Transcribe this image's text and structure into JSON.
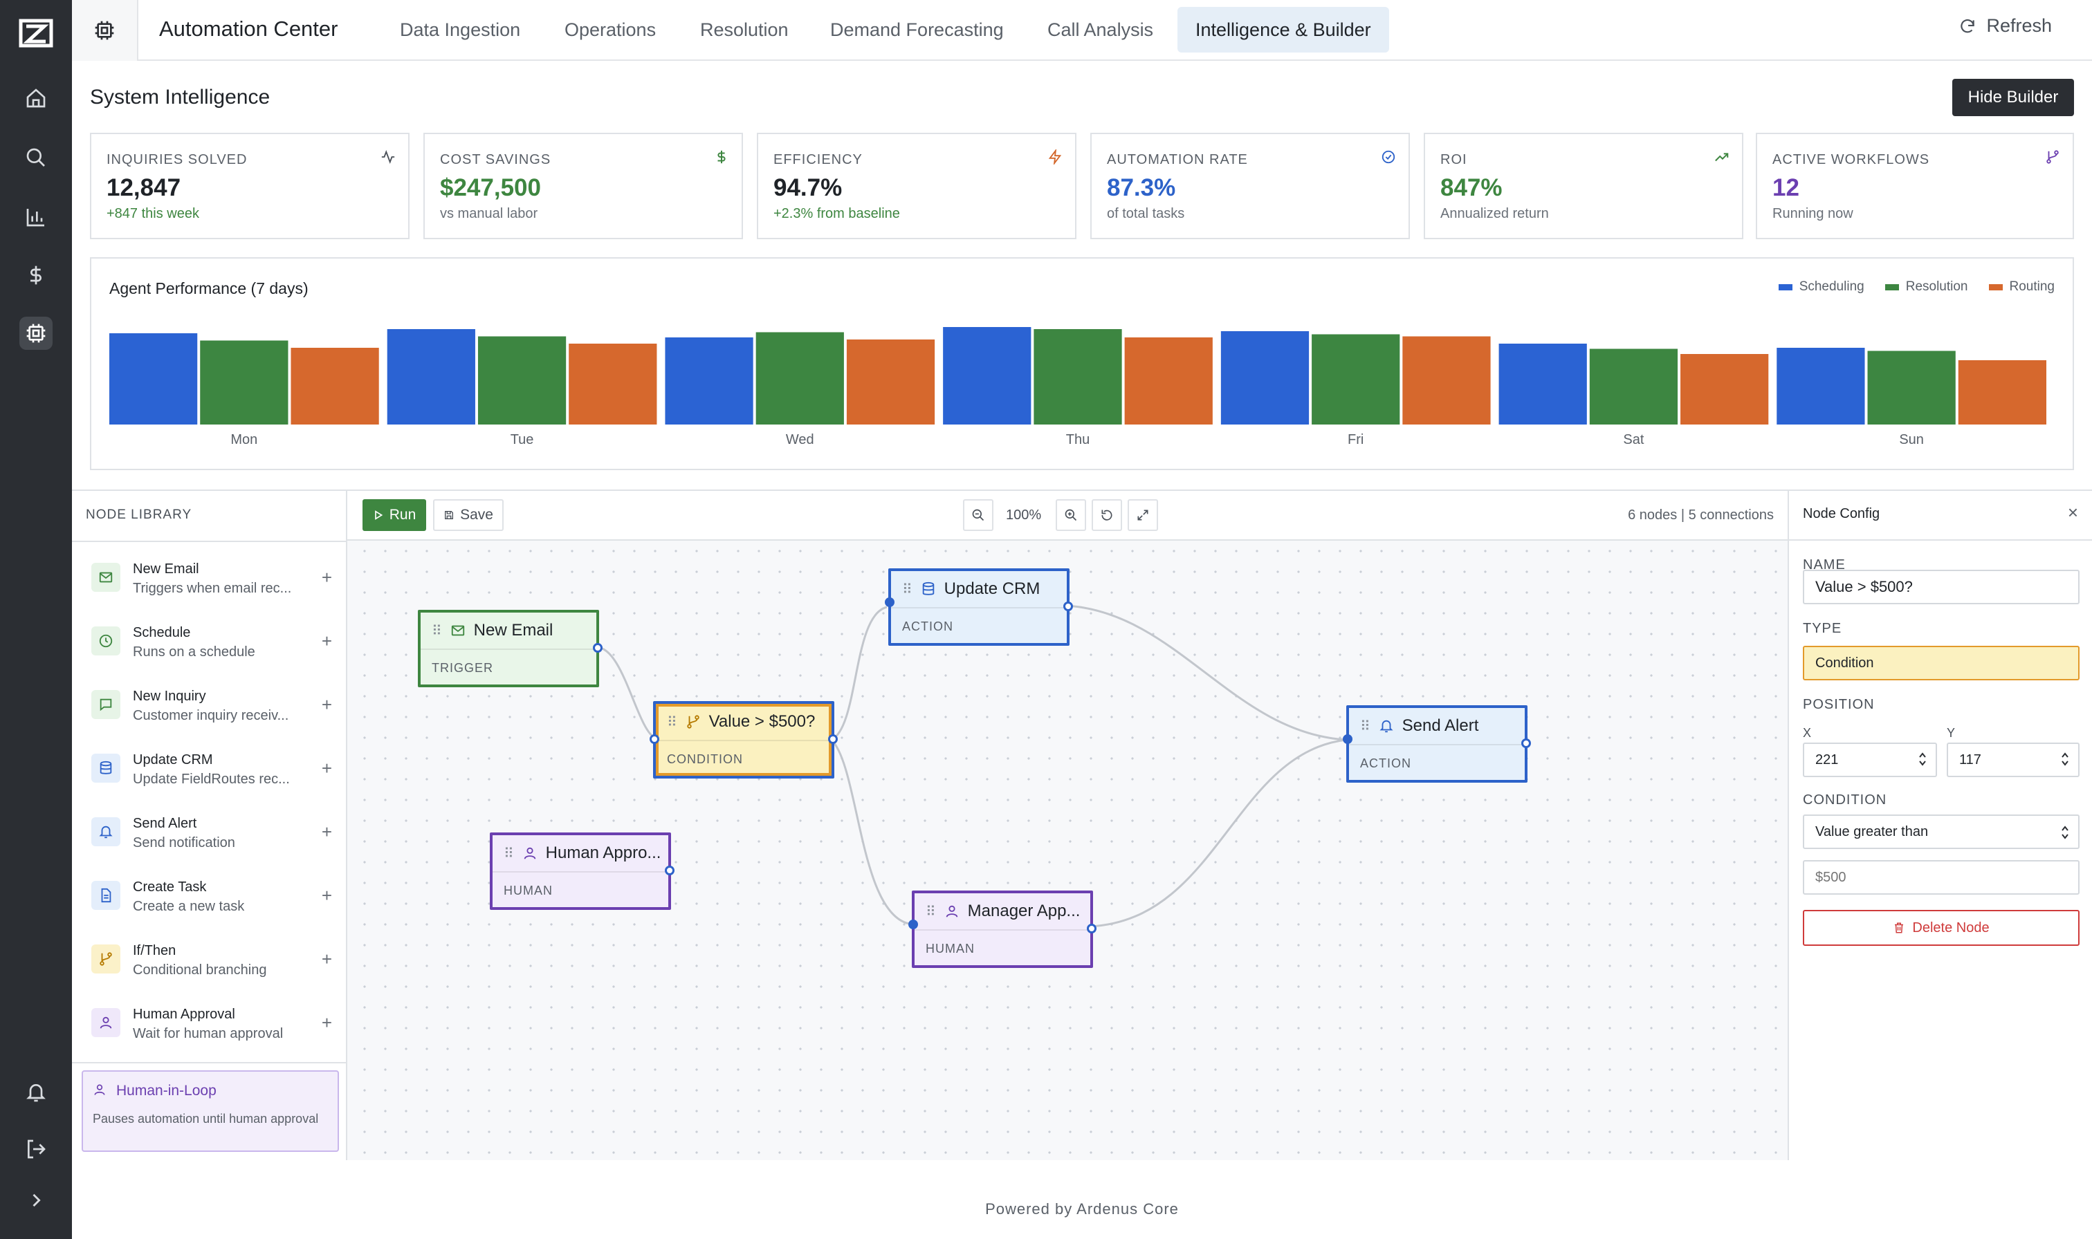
{
  "app": {
    "title": "Automation Center",
    "logo": "Z",
    "refresh_label": "Refresh"
  },
  "nav": {
    "tabs": [
      {
        "label": "Data Ingestion",
        "active": false
      },
      {
        "label": "Operations",
        "active": false
      },
      {
        "label": "Resolution",
        "active": false
      },
      {
        "label": "Demand Forecasting",
        "active": false
      },
      {
        "label": "Call Analysis",
        "active": false
      },
      {
        "label": "Intelligence & Builder",
        "active": true
      }
    ]
  },
  "rail": {
    "icons": [
      "home-icon",
      "search-icon",
      "bar-chart-icon",
      "dollar-icon",
      "cpu-icon",
      "bell-icon",
      "logout-icon",
      "chevron-right-icon"
    ],
    "active": "cpu-icon"
  },
  "section": {
    "title": "System Intelligence",
    "hide_builder_label": "Hide Builder"
  },
  "metrics": [
    {
      "label": "INQUIRIES SOLVED",
      "value": "12,847",
      "sub": "+847 this week",
      "icon": "activity-icon",
      "value_color": "#1f2328",
      "sub_color": "#3e8640",
      "icon_color": "#4a5058"
    },
    {
      "label": "COST SAVINGS",
      "value": "$247,500",
      "sub": "vs manual labor",
      "icon": "dollar-icon",
      "value_color": "#3e8640",
      "sub_color": "#6a7078",
      "icon_color": "#3e8640"
    },
    {
      "label": "EFFICIENCY",
      "value": "94.7%",
      "sub": "+2.3% from baseline",
      "icon": "zap-icon",
      "value_color": "#1f2328",
      "sub_color": "#3e8640",
      "icon_color": "#d3662a"
    },
    {
      "label": "AUTOMATION RATE",
      "value": "87.3%",
      "sub": "of total tasks",
      "icon": "check-circle-icon",
      "value_color": "#2d62c9",
      "sub_color": "#6a7078",
      "icon_color": "#2d62c9"
    },
    {
      "label": "ROI",
      "value": "847%",
      "sub": "Annualized return",
      "icon": "trending-up-icon",
      "value_color": "#3e8640",
      "sub_color": "#6a7078",
      "icon_color": "#3e8640"
    },
    {
      "label": "ACTIVE WORKFLOWS",
      "value": "12",
      "sub": "Running now",
      "icon": "git-branch-icon",
      "value_color": "#6b3fb0",
      "sub_color": "#6a7078",
      "icon_color": "#6b3fb0"
    }
  ],
  "chart_data": {
    "type": "bar",
    "title": "Agent Performance (7 days)",
    "categories": [
      "Mon",
      "Tue",
      "Wed",
      "Thu",
      "Fri",
      "Sat",
      "Sun"
    ],
    "series": [
      {
        "name": "Scheduling",
        "color": "#2b63d3",
        "values": [
          88,
          92,
          84,
          94,
          90,
          78,
          74
        ]
      },
      {
        "name": "Resolution",
        "color": "#3d8641",
        "values": [
          81,
          85,
          89,
          92,
          87,
          73,
          71
        ]
      },
      {
        "name": "Routing",
        "color": "#d6682d",
        "values": [
          74,
          78,
          82,
          84,
          85,
          68,
          62
        ]
      }
    ],
    "ylim": [
      0,
      100
    ],
    "legend": "top-right",
    "grid": false
  },
  "library": {
    "title": "NODE LIBRARY",
    "items": [
      {
        "name": "New Email",
        "desc": "Triggers when email rec...",
        "icon": "mail-icon",
        "color": "#3e8640",
        "bg": "#e7f4e7"
      },
      {
        "name": "Schedule",
        "desc": "Runs on a schedule",
        "icon": "clock-icon",
        "color": "#3e8640",
        "bg": "#e7f4e7"
      },
      {
        "name": "New Inquiry",
        "desc": "Customer inquiry receiv...",
        "icon": "message-icon",
        "color": "#3e8640",
        "bg": "#e7f4e7"
      },
      {
        "name": "Update CRM",
        "desc": "Update FieldRoutes rec...",
        "icon": "database-icon",
        "color": "#2d62c9",
        "bg": "#e4eefb"
      },
      {
        "name": "Send Alert",
        "desc": "Send notification",
        "icon": "bell-icon",
        "color": "#2d62c9",
        "bg": "#e4eefb"
      },
      {
        "name": "Create Task",
        "desc": "Create a new task",
        "icon": "file-icon",
        "color": "#2d62c9",
        "bg": "#e4eefb"
      },
      {
        "name": "If/Then",
        "desc": "Conditional branching",
        "icon": "git-branch-icon",
        "color": "#b57a00",
        "bg": "#fbf1c9"
      },
      {
        "name": "Human Approval",
        "desc": "Wait for human approval",
        "icon": "user-icon",
        "color": "#6b3fb0",
        "bg": "#efe8fa"
      }
    ],
    "hil": {
      "title": "Human-in-Loop",
      "desc": "Pauses automation until human approval"
    }
  },
  "builder": {
    "run_label": "Run",
    "save_label": "Save",
    "zoom": "100%",
    "counts": "6 nodes | 5 connections",
    "nodes": [
      {
        "id": "n1",
        "title": "New Email",
        "type": "TRIGGER",
        "icon": "mail-icon"
      },
      {
        "id": "n2",
        "title": "Update CRM",
        "type": "ACTION",
        "icon": "database-icon"
      },
      {
        "id": "n3",
        "title": "Value > $500?",
        "type": "CONDITION",
        "icon": "git-branch-icon"
      },
      {
        "id": "n4",
        "title": "Send Alert",
        "type": "ACTION",
        "icon": "bell-icon"
      },
      {
        "id": "n5",
        "title": "Human Appro...",
        "type": "HUMAN",
        "icon": "user-icon"
      },
      {
        "id": "n6",
        "title": "Manager App...",
        "type": "HUMAN",
        "icon": "user-icon"
      }
    ]
  },
  "config": {
    "title": "Node Config",
    "name_label": "NAME",
    "name_value": "Value > $500?",
    "type_label": "TYPE",
    "type_value": "Condition",
    "position_label": "POSITION",
    "x_label": "X",
    "x_value": "221",
    "y_label": "Y",
    "y_value": "117",
    "condition_label": "CONDITION",
    "condition_value": "Value greater than",
    "threshold_placeholder": "$500",
    "delete_label": "Delete Node"
  },
  "footer": {
    "text": "Powered by Ardenus Core"
  }
}
